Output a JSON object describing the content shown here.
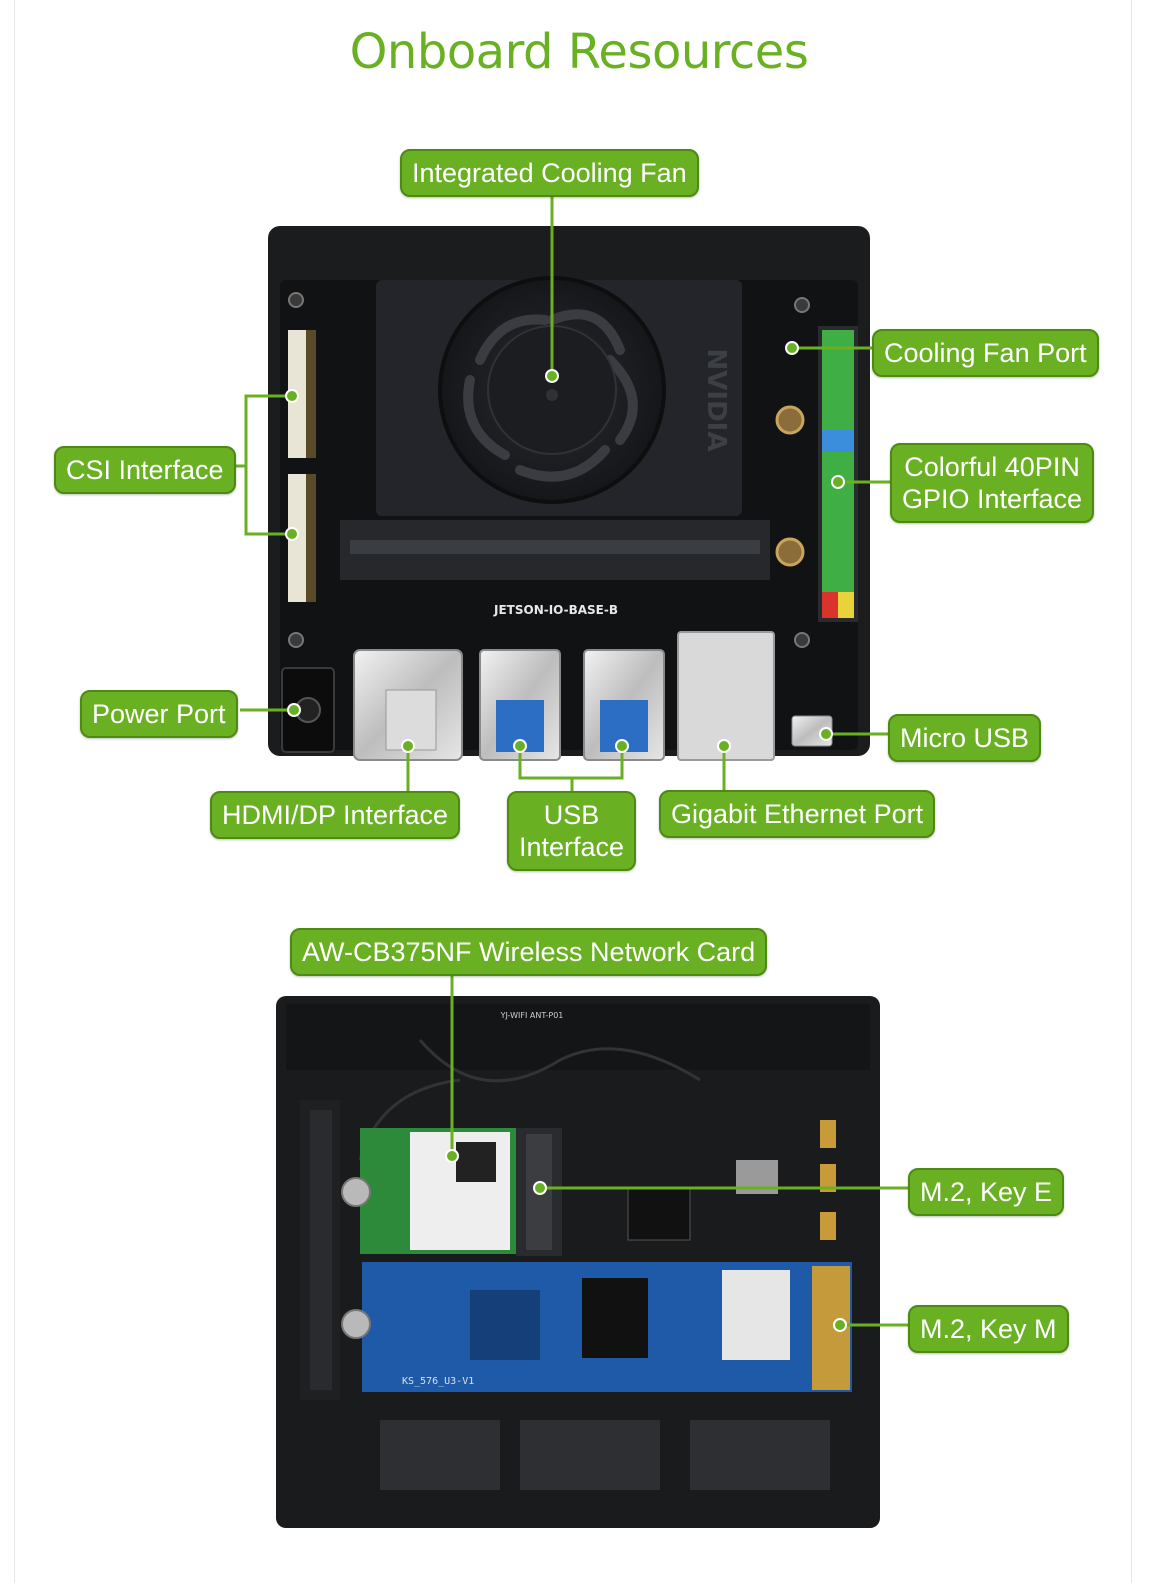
{
  "title": "Onboard Resources",
  "colors": {
    "accent": "#6ab023",
    "board": "#1b1c1e",
    "pcb_blue": "#1e5aa8"
  },
  "top_board": {
    "silkscreen": "JETSON-IO-BASE-B",
    "fan_brand": "NVIDIA",
    "labels": {
      "fan": "Integrated Cooling Fan",
      "fan_port": "Cooling Fan Port",
      "csi": "CSI Interface",
      "gpio_line1": "Colorful 40PIN",
      "gpio_line2": "GPIO Interface",
      "power": "Power Port",
      "micro_usb": "Micro USB",
      "hdmi": "HDMI/DP Interface",
      "usb_line1": "USB",
      "usb_line2": "Interface",
      "ethernet": "Gigabit Ethernet Port"
    }
  },
  "bottom_board": {
    "silkscreen": "YJ-WIFI ANT-P01",
    "ssd_text": "KS_576_U3-V1",
    "labels": {
      "wifi": "AW-CB375NF Wireless Network Card",
      "key_e": "M.2, Key E",
      "key_m": "M.2, Key M"
    }
  }
}
